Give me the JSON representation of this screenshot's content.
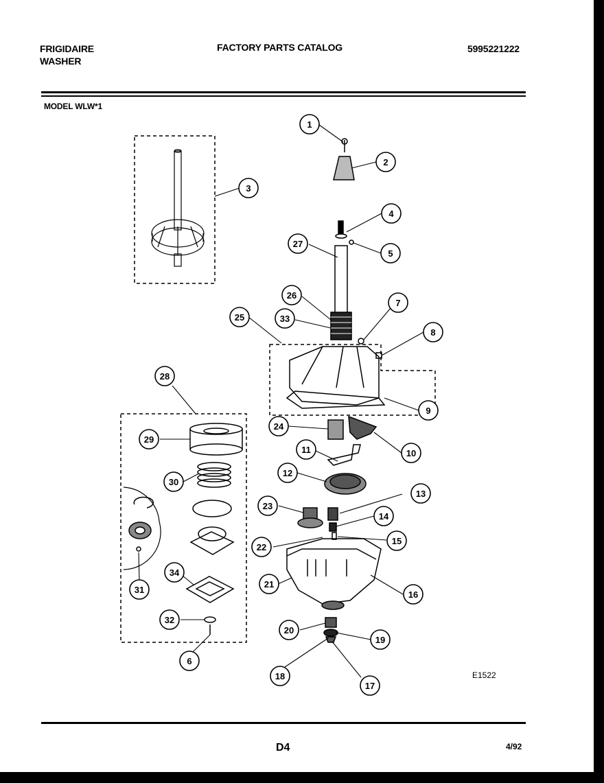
{
  "header": {
    "brand_line1": "FRIGIDAIRE",
    "brand_line2": "WASHER",
    "catalog_title": "FACTORY PARTS CATALOG",
    "catalog_number": "5995221222"
  },
  "model_label": "MODEL WLW*1",
  "diagram_code": "E1522",
  "footer": {
    "page": "D4",
    "date": "4/92"
  },
  "callouts": [
    "1",
    "2",
    "3",
    "4",
    "5",
    "6",
    "7",
    "8",
    "9",
    "10",
    "11",
    "12",
    "13",
    "14",
    "15",
    "16",
    "17",
    "18",
    "19",
    "20",
    "21",
    "22",
    "23",
    "24",
    "25",
    "26",
    "27",
    "28",
    "29",
    "30",
    "31",
    "32",
    "33",
    "34"
  ]
}
